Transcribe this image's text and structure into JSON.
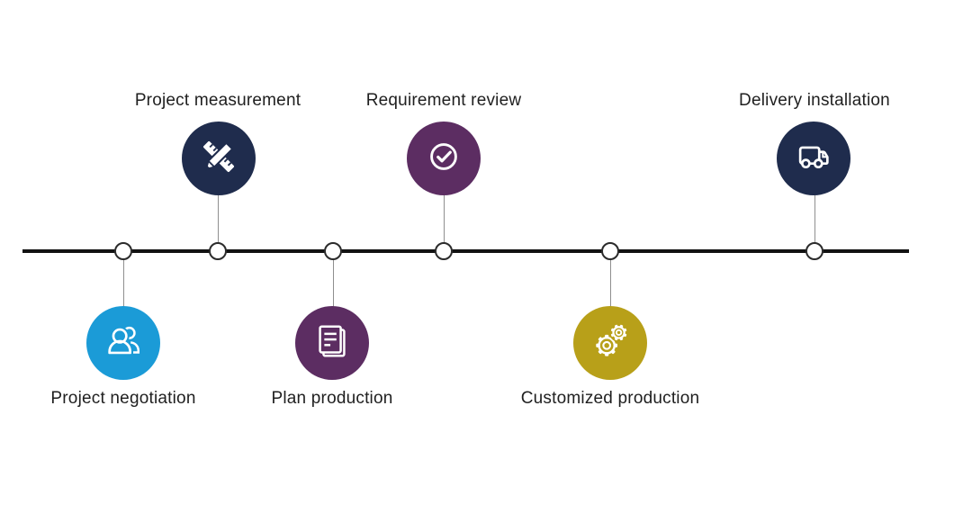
{
  "diagram": {
    "type": "horizontal-timeline",
    "background": "#ffffff",
    "line_color": "#121212",
    "node_fill": "#ffffff",
    "node_border_color": "#2b2b2b",
    "connector_color": "#8f8f8f",
    "label_color": "#1f1f1f"
  },
  "milestones": [
    {
      "label": "Project negotiation",
      "position": "below",
      "color": "#1b9bd7",
      "icon": "people-icon"
    },
    {
      "label": "Project measurement",
      "position": "above",
      "color": "#1f2c4d",
      "icon": "ruler-pencil-icon"
    },
    {
      "label": "Plan production",
      "position": "below",
      "color": "#5c2d62",
      "icon": "document-icon"
    },
    {
      "label": "Requirement review",
      "position": "above",
      "color": "#5c2d62",
      "icon": "check-circle-icon"
    },
    {
      "label": "Customized production",
      "position": "below",
      "color": "#b8a019",
      "icon": "gears-icon"
    },
    {
      "label": "Delivery installation",
      "position": "above",
      "color": "#1f2c4d",
      "icon": "truck-icon"
    }
  ]
}
